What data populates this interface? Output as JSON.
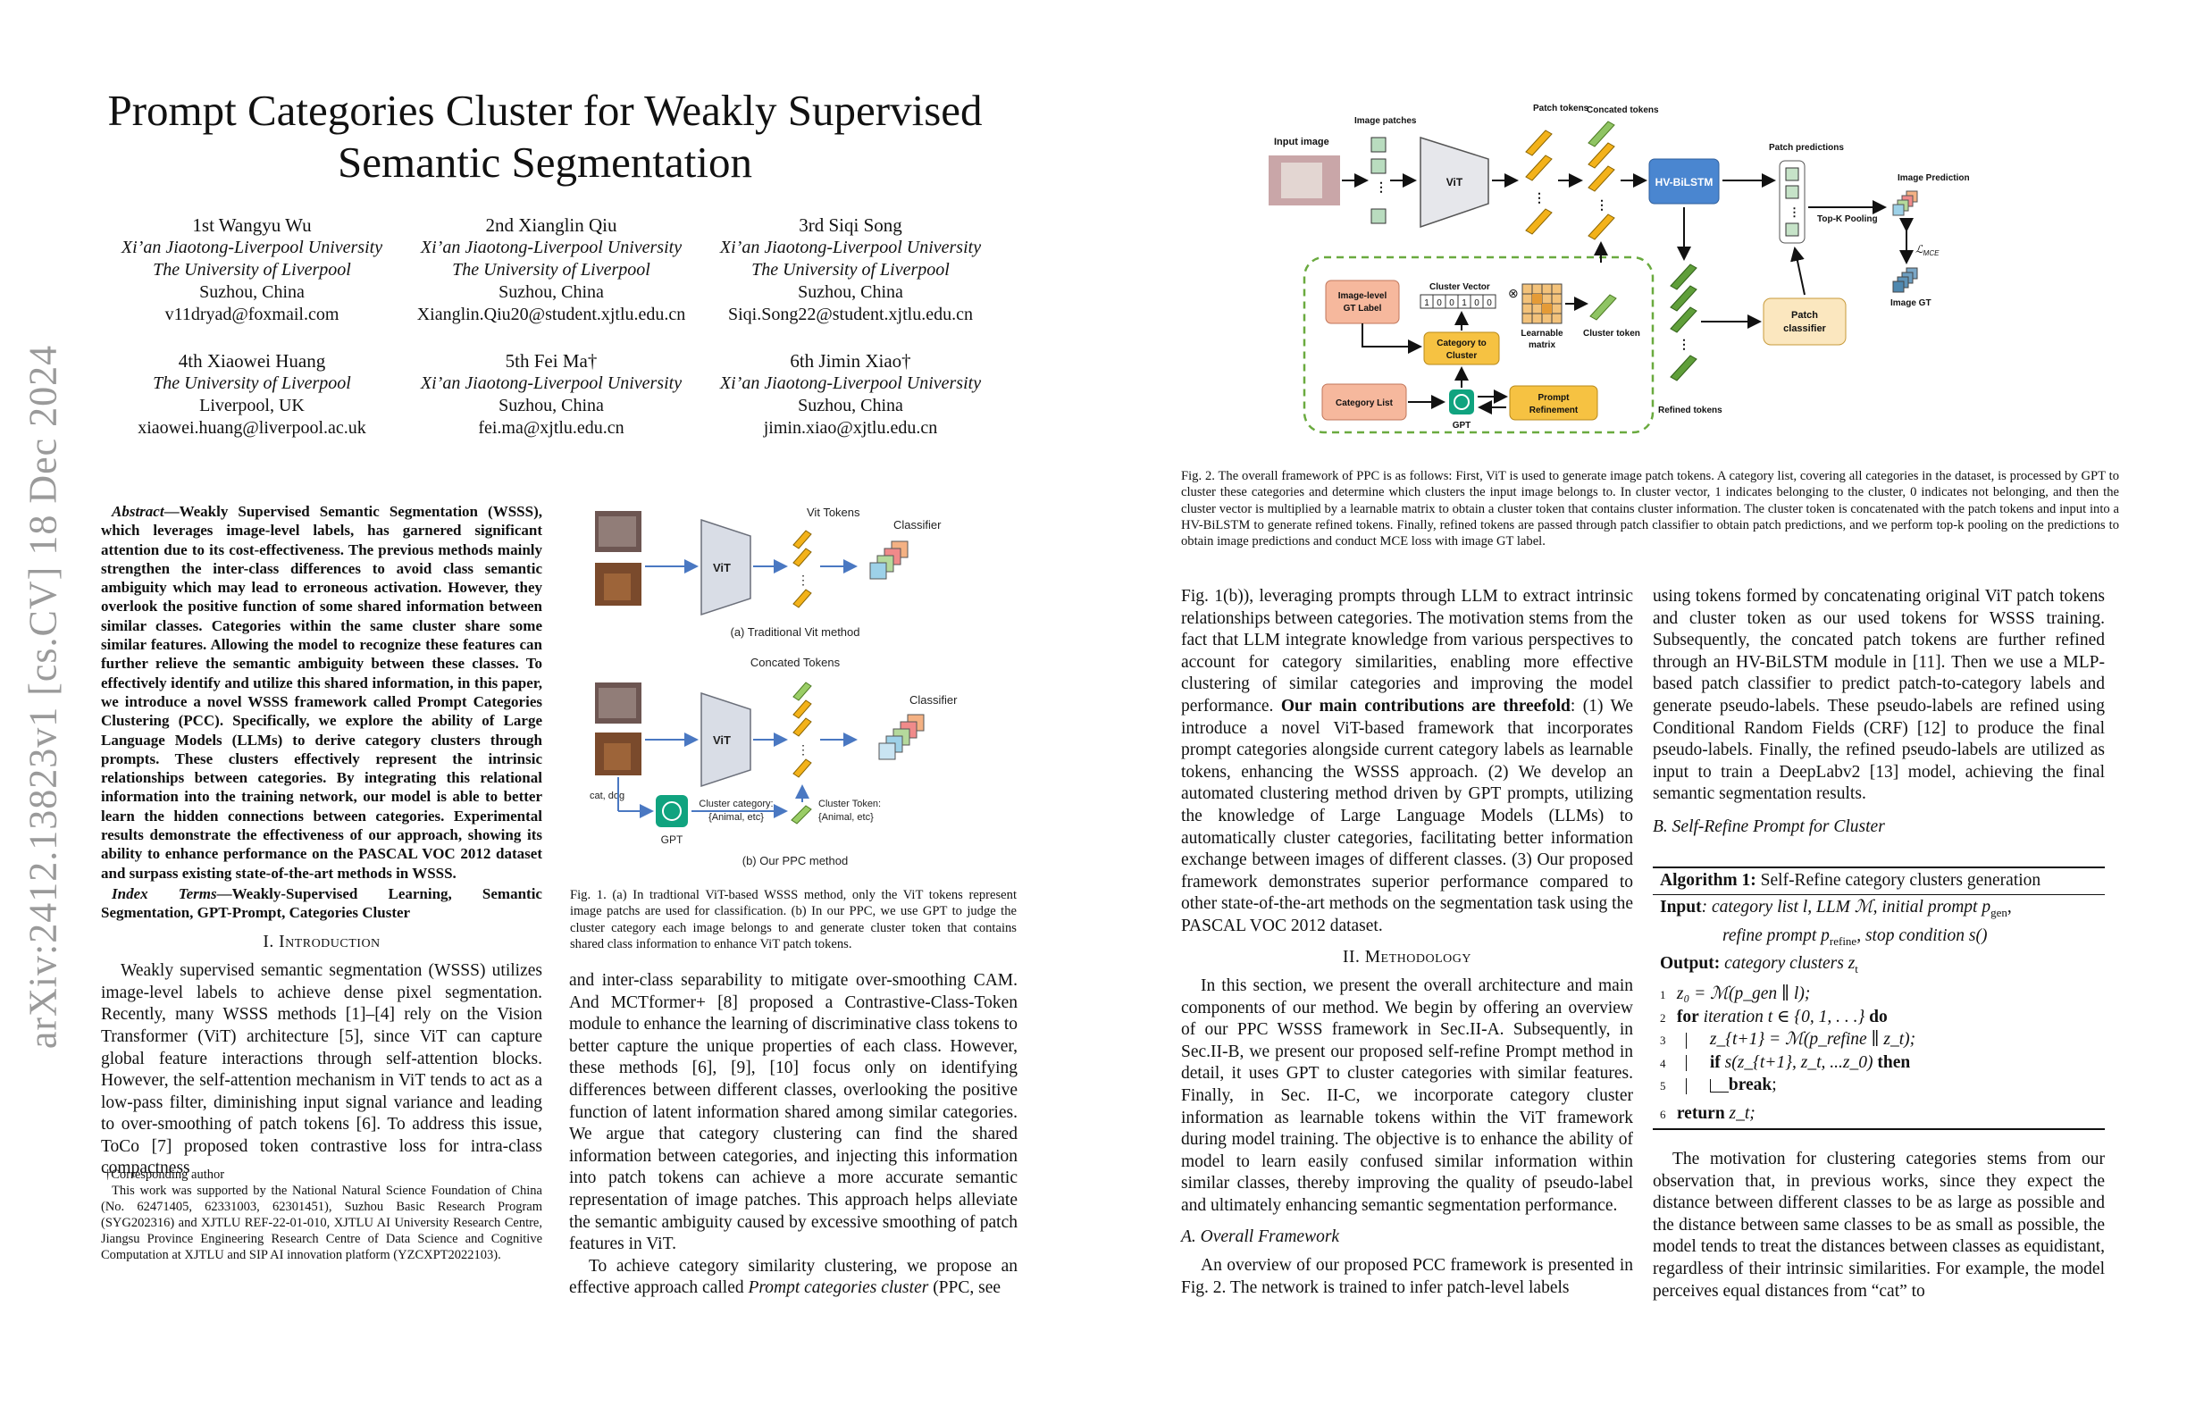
{
  "arxiv_id": "arXiv:2412.13823v1  [cs.CV]  18 Dec 2024",
  "title": "Prompt Categories Cluster for Weakly Supervised Semantic Segmentation",
  "authors": [
    {
      "name": "1st Wangyu Wu",
      "lines": [
        "Xi’an Jiaotong-Liverpool University",
        "The University of Liverpool",
        "Suzhou, China",
        "v11dryad@foxmail.com"
      ]
    },
    {
      "name": "2nd Xianglin Qiu",
      "lines": [
        "Xi’an Jiaotong-Liverpool University",
        "The University of Liverpool",
        "Suzhou, China",
        "Xianglin.Qiu20@student.xjtlu.edu.cn"
      ]
    },
    {
      "name": "3rd Siqi Song",
      "lines": [
        "Xi’an Jiaotong-Liverpool University",
        "The University of Liverpool",
        "Suzhou, China",
        "Siqi.Song22@student.xjtlu.edu.cn"
      ]
    },
    {
      "name": "4th Xiaowei Huang",
      "lines": [
        "The University of Liverpool",
        "Liverpool, UK",
        "xiaowei.huang@liverpool.ac.uk"
      ]
    },
    {
      "name": "5th Fei Ma†",
      "lines": [
        "Xi’an Jiaotong-Liverpool University",
        "Suzhou, China",
        "fei.ma@xjtlu.edu.cn"
      ]
    },
    {
      "name": "6th Jimin Xiao†",
      "lines": [
        "Xi’an Jiaotong-Liverpool University",
        "Suzhou, China",
        "jimin.xiao@xjtlu.edu.cn"
      ]
    }
  ],
  "abstract_label": "Abstract",
  "abstract": "—Weakly Supervised Semantic Segmentation (WSSS), which leverages image-level labels, has garnered significant attention due to its cost-effectiveness. The previous methods mainly strengthen the inter-class differences to avoid class semantic ambiguity which may lead to erroneous activation. However, they overlook the positive function of some shared information between similar classes. Categories within the same cluster share some similar features. Allowing the model to recognize these features can further relieve the semantic ambiguity between these classes. To effectively identify and utilize this shared information, in this paper, we introduce a novel WSSS framework called Prompt Categories Clustering (PCC). Specifically, we explore the ability of Large Language Models (LLMs) to derive category clusters through prompts. These clusters effectively represent the intrinsic relationships between categories. By integrating this relational information into the training network, our model is able to better learn the hidden connections between categories. Experimental results demonstrate the effectiveness of our approach, showing its ability to enhance performance on the PASCAL VOC 2012 dataset and surpass existing state-of-the-art methods in WSSS.",
  "index_terms_label": "Index Terms",
  "index_terms": "—Weakly-Supervised Learning, Semantic Segmentation, GPT-Prompt, Categories Cluster",
  "sec1_title": "I. Introduction",
  "intro_p1": "Weakly supervised semantic segmentation (WSSS) utilizes image-level labels to achieve dense pixel segmentation. Recently, many WSSS methods [1]–[4] rely on the Vision Transformer (ViT) architecture [5], since ViT can capture global feature interactions through self-attention blocks. However, the self-attention mechanism in ViT tends to act as a low-pass filter, diminishing input signal variance and leading to over-smoothing of patch tokens [6]. To address this issue, ToCo [7] proposed token contrastive loss for intra-class compactness",
  "footnote_1": "†Corresponding author",
  "footnote_2": "This work was supported by the National Natural Science Foundation of China (No. 62471405, 62331003, 62301451), Suzhou Basic Research Program (SYG202316) and XJTLU REF-22-01-010, XJTLU AI University Research Centre, Jiangsu Province Engineering Research Centre of Data Science and Cognitive Computation at XJTLU and SIP AI innovation platform (YZCXPT2022103).",
  "fig1": {
    "label_vit_tokens": "Vit Tokens",
    "label_classifier_a": "Classifier",
    "label_vit_a": "ViT",
    "sub_a": "(a) Traditional Vit method",
    "label_concated": "Concated Tokens",
    "label_classifier_b": "Classifier",
    "label_vit_b": "ViT",
    "label_catdog": "cat, dog",
    "label_gpt": "GPT",
    "label_cluster_cat_1": "Cluster category:",
    "label_cluster_cat_2": "{Animal, etc}",
    "label_cluster_tok_1": "Cluster Token:",
    "label_cluster_tok_2": "{Animal, etc}",
    "sub_b": "(b) Our PPC method",
    "caption": "Fig. 1.  (a) In tradtional ViT-based WSSS method, only the ViT tokens represent image patchs are used for classification. (b) In our PPC, we use GPT to judge the cluster category each image belongs to and generate cluster token that contains shared class information to enhance ViT patch tokens."
  },
  "col2_p1": "and inter-class separability to mitigate over-smoothing CAM. And MCTformer+ [8] proposed a Contrastive-Class-Token module to enhance the learning of discriminative class tokens to better capture the unique properties of each class. However, these methods [6], [9], [10] focus only on identifying differences between different classes, overlooking the positive function of latent information shared among similar categories. We argue that category clustering can find the shared information between categories, and injecting this information into patch tokens can achieve a more accurate semantic representation of image patches. This approach helps alleviate the semantic ambiguity caused by excessive smoothing of patch features in ViT.",
  "col2_p2_a": "To achieve category similarity clustering, we propose an effective approach called ",
  "col2_p2_em": "Prompt categories cluster",
  "col2_p2_b": " (PPC, see",
  "fig2": {
    "input_image": "Input image",
    "image_patches": "Image patches",
    "vit": "ViT",
    "patch_tokens": "Patch tokens",
    "concated_tokens": "Concated tokens",
    "hvbilstm": "HV-BiLSTM",
    "patch_predictions": "Patch predictions",
    "image_prediction": "Image  Prediction",
    "topk": "Top-K Pooling",
    "lmce": "ℒ",
    "lmce_sub": "MCE",
    "image_gt": "Image  GT",
    "image_level_gt_1": "Image-level",
    "image_level_gt_2": "GT Label",
    "cluster_vector": "Cluster Vector",
    "cluster_bits": [
      "1",
      "0",
      "0",
      "1",
      "0",
      "0"
    ],
    "otimes": "⊗",
    "learnable_1": "Learnable",
    "learnable_2": "matrix",
    "cluster_token": "Cluster token",
    "category_to_cluster_1": "Category to",
    "category_to_cluster_2": "Cluster",
    "category_list": "Category List",
    "gpt": "GPT",
    "prompt_refinement_1": "Prompt",
    "prompt_refinement_2": "Refinement",
    "refined_tokens": "Refined tokens",
    "patch_classifier_1": "Patch",
    "patch_classifier_2": "classifier",
    "caption": "Fig. 2.  The overall framework of PPC is as follows: First, ViT is used to generate image patch tokens. A category list, covering all categories in the dataset, is processed by GPT to cluster these categories and determine which clusters the input image belongs to. In cluster vector, 1 indicates belonging to the cluster, 0 indicates not belonging, and then the cluster vector is multiplied by a learnable matrix to obtain a cluster token that contains cluster information. The cluster token is concatenated with the patch tokens and input into a HV-BiLSTM to generate refined tokens. Finally, refined tokens are passed through patch classifier to obtain patch predictions, and we perform top-k pooling on the predictions to obtain image predictions and conduct MCE loss with image GT label."
  },
  "col3_p1_a": "Fig. 1(b)), leveraging prompts through LLM to extract intrinsic relationships between categories. The motivation stems from the fact that LLM integrate knowledge from various perspectives to account for category similarities, enabling more effective clustering of similar categories and improving the model performance. ",
  "col3_p1_bold": "Our main contributions are threefold",
  "col3_p1_b": ": (1) We introduce a novel ViT-based framework that incorporates prompt categories alongside current category labels as learnable tokens, enhancing the WSSS approach. (2) We develop an automated clustering method driven by GPT prompts, utilizing the knowledge of Large Language Models (LLMs) to automatically cluster categories, facilitating better information exchange between images of different classes. (3) Our proposed framework demonstrates superior performance compared to other state-of-the-art methods on the segmentation task using the PASCAL VOC 2012 dataset.",
  "sec2_title": "II. Methodology",
  "method_p1": "In this section, we present the overall architecture and main components of our method. We begin by offering an overview of our PPC WSSS framework in Sec.II-A. Subsequently, in Sec.II-B, we present our proposed self-refine Prompt method in detail, it uses GPT to cluster categories with similar features. Finally, in Sec. II-C, we incorporate category cluster information as learnable tokens within the ViT framework during model training. The objective is to enhance the ability of model to learn easily confused similar information within similar classes, thereby improving the quality of pseudo-label and ultimately enhancing semantic segmentation performance.",
  "subsec_a": "A.  Overall Framework",
  "overall_p1": "An overview of our proposed PCC framework is presented in Fig. 2. The network is trained to infer patch-level labels",
  "col4_p1": "using tokens formed by concatenating original ViT patch tokens and cluster token as our used tokens for WSSS training. Subsequently, the concated patch tokens are further refined through an HV-BiLSTM module in [11]. Then we use a MLP-based patch classifier to predict patch-to-category labels and generate pseudo-labels. These pseudo-labels are refined using Conditional Random Fields (CRF) [12] to produce the final pseudo-labels. Finally, the refined pseudo-labels are utilized as input to train a DeepLabv2 [13] model, achieving the final semantic segmentation results.",
  "subsec_b": "B.  Self-Refine Prompt for Cluster",
  "algo": {
    "title_bold": "Algorithm 1:",
    "title": " Self-Refine category clusters generation",
    "input_label": "Input",
    "input_1": ": category list l, LLM ℳ, initial prompt p",
    "input_1_sub": "gen",
    "input_1_end": ",",
    "input_2": "refine prompt p",
    "input_2_sub": "refine",
    "input_2_end": ", stop condition s()",
    "output_label": "Output:",
    "output": " category clusters z",
    "output_sub": "t",
    "lines": [
      {
        "n": "1",
        "text": "z₀ = ℳ(p_gen ∥ l);"
      },
      {
        "n": "2",
        "kw": "for",
        "text": " iteration t ∈ {0, 1, . . .} ",
        "kw2": "do"
      },
      {
        "n": "3",
        "text": "z_{t+1} = ℳ(p_refine ∥ z_t);"
      },
      {
        "n": "4",
        "kw": "if",
        "text": " s(z_{t+1}, z_t, ...z_0) ",
        "kw2": "then"
      },
      {
        "n": "5",
        "kw": "break",
        "text": ";"
      },
      {
        "n": "6",
        "kw": "return",
        "text": " z_t;"
      }
    ]
  },
  "col4_p2": "The motivation for clustering categories stems from our observation that, in previous works, since they expect the distance between different classes to be as large as possible and the distance between same classes to be as small as possible, the model tends to treat the distances between classes as equidistant, regardless of their intrinsic similarities. For example, the model perceives equal distances from “cat” to"
}
